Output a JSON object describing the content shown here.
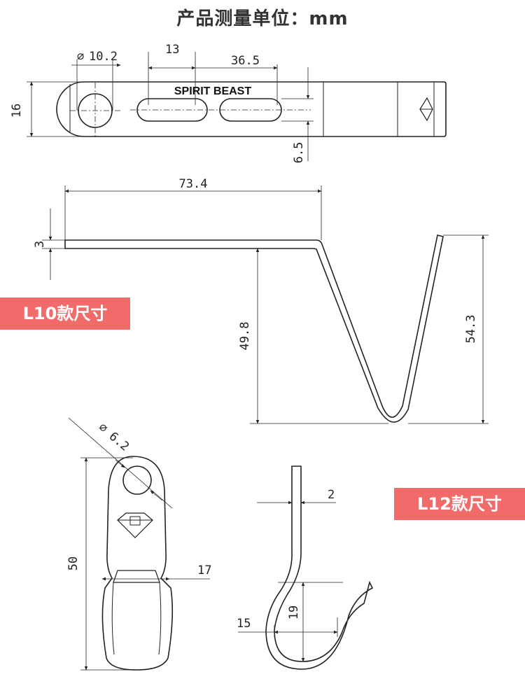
{
  "title": "产品测量单位：mm",
  "colors": {
    "badge": "#f26b6b",
    "line": "#222222",
    "text": "#333333"
  },
  "l10": {
    "badge_label": "L10款尺寸",
    "top_view": {
      "brand_text": "SPIRIT BEAST",
      "dims": {
        "hole_dia": "10.2",
        "slot_length": "13",
        "slot_spacing": "36.5",
        "width": "16",
        "slot_width": "6.5"
      }
    },
    "side_view": {
      "dims": {
        "length": "73.4",
        "thickness": "3",
        "depth_inner": "49.8",
        "depth_outer": "54.3"
      }
    }
  },
  "l12": {
    "badge_label": "L12款尺寸",
    "front_view": {
      "dims": {
        "hole_dia": "6.2",
        "height": "50",
        "width": "17"
      }
    },
    "side_view": {
      "dims": {
        "thickness": "2",
        "hook_height": "19",
        "hook_width": "15"
      }
    }
  }
}
